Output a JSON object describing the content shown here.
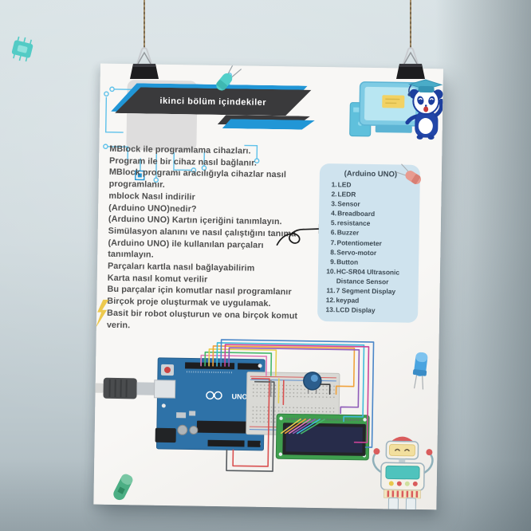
{
  "banner": {
    "title": "ikinci bölüm içindekiler"
  },
  "main_text": {
    "lines": [
      "MBlock ile programlama cihazları.",
      "Program ile bir cihaz nasıl bağlanır.",
      "MBlock programı aracılığıyla cihazlar nasıl",
      "programlanır.",
      "mblock Nasıl indirilir",
      "(Arduino UNO)nedir?",
      "(Arduino UNO) Kartın içeriğini tanımlayın.",
      "Simülasyon alanını ve nasıl çalıştığını tanıma",
      "(Arduino UNO) ile kullanılan parçaları",
      "tanımlayın.",
      "Parçaları kartla nasıl bağlayabilirim",
      "Karta nasıl komut verilir",
      "Bu parçalar için komutlar nasıl programlanır",
      "Birçok proje oluşturmak ve uygulamak.",
      "Basit bir robot oluşturun ve ona birçok komut",
      "verin."
    ]
  },
  "arduino_box": {
    "title": "(Arduino UNO)",
    "items": [
      {
        "num": "1.",
        "label": "LED"
      },
      {
        "num": "2.",
        "label": "LEDR"
      },
      {
        "num": "3.",
        "label": "Sensor"
      },
      {
        "num": "4.",
        "label": "Breadboard"
      },
      {
        "num": "5.",
        "label": "resistance"
      },
      {
        "num": "6.",
        "label": "Buzzer"
      },
      {
        "num": "7.",
        "label": "Potentiometer"
      },
      {
        "num": "8.",
        "label": "Servo-motor"
      },
      {
        "num": "9.",
        "label": "Button"
      },
      {
        "num": "10.",
        "label": "HC-SR04 Ultrasonic Distance Sensor"
      },
      {
        "num": "11.",
        "label": "7 Segment Display"
      },
      {
        "num": "12.",
        "label": "keypad"
      },
      {
        "num": "13.",
        "label": "LCD Display"
      }
    ]
  },
  "circuit": {
    "board_label": "UNO"
  },
  "decorations": {
    "hangers": [
      "binder-clip-icon",
      "binder-clip-icon"
    ],
    "mascots": [
      "panda-mascot-icon",
      "robot-icon"
    ],
    "leds": [
      "teal-led-icon",
      "pink-led-icon",
      "blue-led-icon",
      "green-led-icon"
    ],
    "misc": [
      "chip-icon",
      "lightning-icon",
      "hand-drawn-arrow-icon",
      "circuit-traces-icon"
    ]
  },
  "colors": {
    "wall": "#ccd7db",
    "poster": "#f7f6f4",
    "banner_dark": "#3a3a3c",
    "banner_blue": "#2196d6",
    "box_bg": "#cfe3ee",
    "text": "#4e4e4e",
    "arduino_blue": "#2e72a8",
    "lcd_green": "#3f9e4e"
  }
}
